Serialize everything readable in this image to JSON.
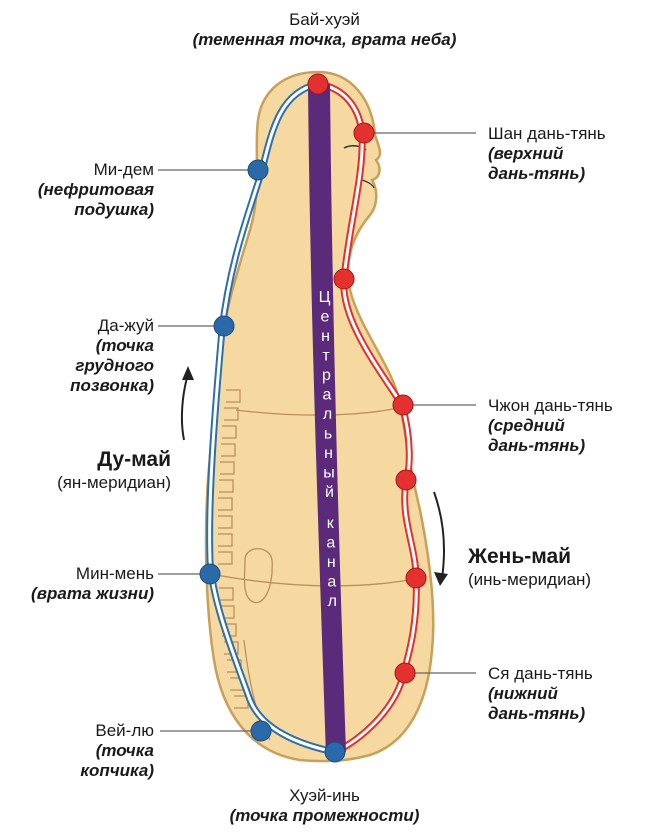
{
  "top_point": {
    "name": "Бай-хуэй",
    "desc": "(теменная точка, врата неба)"
  },
  "bottom_point": {
    "name": "Хуэй-инь",
    "desc": "(точка промежности)"
  },
  "left_points": [
    {
      "name": "Ми-дем",
      "desc_lines": [
        "(нефритовая",
        "подушка)"
      ]
    },
    {
      "name": "Да-жуй",
      "desc_lines": [
        "(точка",
        "грудного",
        "позвонка)"
      ]
    },
    {
      "name": "Мин-мень",
      "desc_lines": [
        "(врата жизни)"
      ]
    },
    {
      "name": "Вей-лю",
      "desc_lines": [
        "(точка",
        "копчика)"
      ]
    }
  ],
  "right_points": [
    {
      "name": "Шан дань-тянь",
      "desc_lines": [
        "(верхний",
        "дань-тянь)"
      ]
    },
    {
      "name": "Чжон дань-тянь",
      "desc_lines": [
        "(средний",
        "дань-тянь)"
      ]
    },
    {
      "name": "Ся дань-тянь",
      "desc_lines": [
        "(нижний",
        "дань-тянь)"
      ]
    }
  ],
  "du_mai": {
    "title": "Ду-май",
    "subtitle": "(ян-меридиан)"
  },
  "zhen_mai": {
    "title": "Жень-май",
    "subtitle": "(инь-меридиан)"
  },
  "central_channel": {
    "text": "Центральный канал"
  },
  "colors": {
    "body_fill": "#f5d9a0",
    "body_outline": "#c8a05a",
    "central_channel": "#5b2a7a",
    "yang_channel": "#2e6fa8",
    "yin_channel": "#e03030",
    "point_blue": "#2a6aa8",
    "point_red": "#e53030"
  }
}
